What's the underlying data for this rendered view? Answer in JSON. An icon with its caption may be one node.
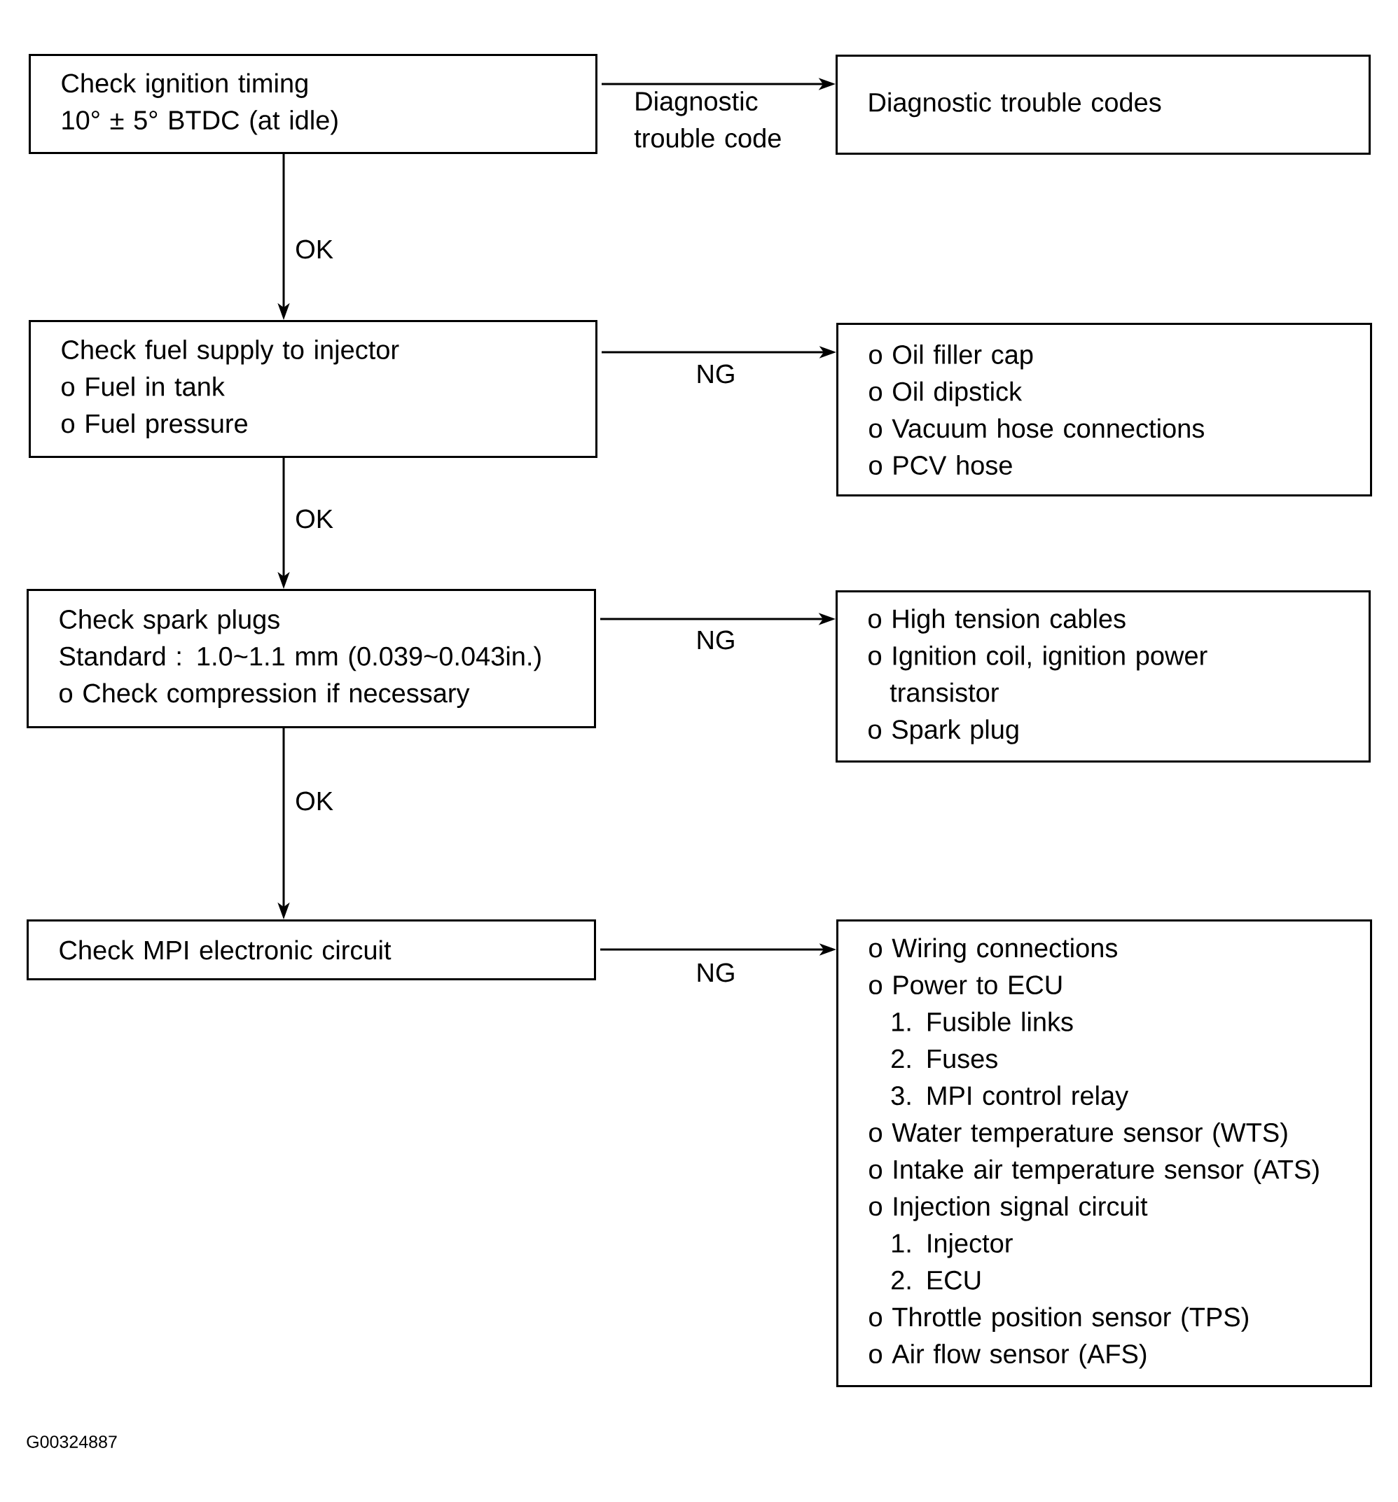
{
  "diagram": {
    "nodes": [
      {
        "text": [
          "Check ignition timing",
          "10° ± 5° BTDC (at idle)"
        ]
      },
      {
        "text": [
          "Diagnostic trouble codes"
        ]
      },
      {
        "text": [
          "Check fuel supply to injector",
          "o Fuel in tank",
          "o Fuel pressure"
        ]
      },
      {
        "text": [
          "o Oil filler cap",
          "o Oil dipstick",
          "o Vacuum hose connections",
          "o PCV hose"
        ]
      },
      {
        "text": [
          "Check spark plugs",
          "Standard : 1.0~1.1 mm (0.039~0.043in.)",
          "o Check compression if necessary"
        ]
      },
      {
        "text": [
          "o High tension cables",
          "o Ignition coil, ignition power transistor",
          "o Spark plug"
        ]
      },
      {
        "text": [
          "Check MPI electronic circuit"
        ]
      },
      {
        "text": [
          "o Wiring connections",
          "o Power to ECU",
          "1. Fusible links",
          "2. Fuses",
          "3. MPI control relay",
          "o Water temperature sensor (WTS)",
          "o Intake air temperature sensor (ATS)",
          "o Injection signal circuit",
          "1. Injector",
          "2. ECU",
          "o Throttle position sensor (TPS)",
          "o Air flow sensor (AFS)"
        ]
      }
    ],
    "edges": [
      {
        "from": 0,
        "to": 1,
        "arrow": "to",
        "label": "Diagnostic trouble code"
      },
      {
        "from": 0,
        "to": 2,
        "arrow": "to",
        "label": "OK"
      },
      {
        "from": 2,
        "to": 3,
        "arrow": "to",
        "label": "NG"
      },
      {
        "from": 2,
        "to": 4,
        "arrow": "to",
        "label": "OK"
      },
      {
        "from": 4,
        "to": 5,
        "arrow": "to",
        "label": "NG"
      },
      {
        "from": 4,
        "to": 6,
        "arrow": "to",
        "label": "OK"
      },
      {
        "from": 6,
        "to": 7,
        "arrow": "to",
        "label": "NG"
      }
    ],
    "labels": [
      "G00324887"
    ]
  }
}
